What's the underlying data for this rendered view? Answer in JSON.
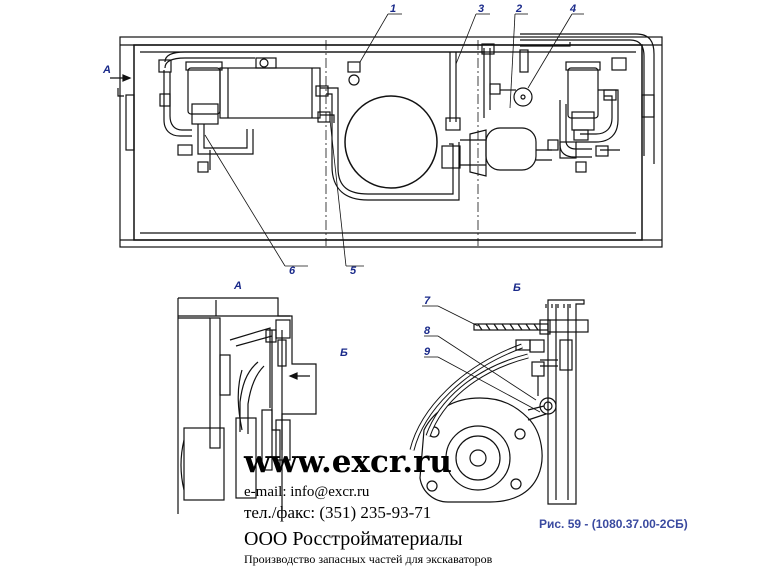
{
  "callouts": [
    "1",
    "2",
    "3",
    "4",
    "5",
    "6",
    "7",
    "8",
    "9"
  ],
  "views": {
    "a_arrow": "А",
    "a_view": "А",
    "b_arrow": "Б",
    "b_view": "Б"
  },
  "caption": "Рис. 59 - (1080.37.00-2СБ)",
  "watermark": {
    "url": "www.excr.ru",
    "email": "e-mail: info@excr.ru",
    "phone": "тел./факс: (351) 235-93-71",
    "company": "ООО Росстройматериалы",
    "tagline": "Производство запасных частей для экскаваторов"
  }
}
